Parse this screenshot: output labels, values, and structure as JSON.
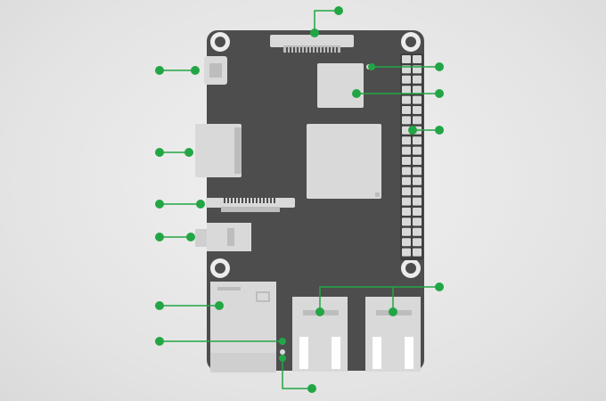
{
  "diagram": {
    "subject": "single-board-computer-top-view",
    "callout_count": 13,
    "components": [
      {
        "id": "mipi-dsi-connector",
        "side": "top"
      },
      {
        "id": "micro-usb-power",
        "side": "left"
      },
      {
        "id": "power-led",
        "side": "right"
      },
      {
        "id": "ram-chip",
        "side": "right"
      },
      {
        "id": "gpio-header",
        "side": "right"
      },
      {
        "id": "micro-sd-slot",
        "side": "left"
      },
      {
        "id": "mipi-csi-connector",
        "side": "left"
      },
      {
        "id": "audio-jack",
        "side": "left"
      },
      {
        "id": "usb-ports",
        "side": "right"
      },
      {
        "id": "ethernet-port",
        "side": "left"
      },
      {
        "id": "status-led-1",
        "side": "left"
      },
      {
        "id": "status-led-2",
        "side": "bottom"
      },
      {
        "id": "soc-chip",
        "side": "none"
      }
    ]
  },
  "colors": {
    "board": "#4d4d4d",
    "part": "#d9d9d9",
    "part_dark": "#bdbdbd",
    "hole_ring": "#ececec",
    "callout": "#22a645",
    "background": "#e6e6e6"
  }
}
